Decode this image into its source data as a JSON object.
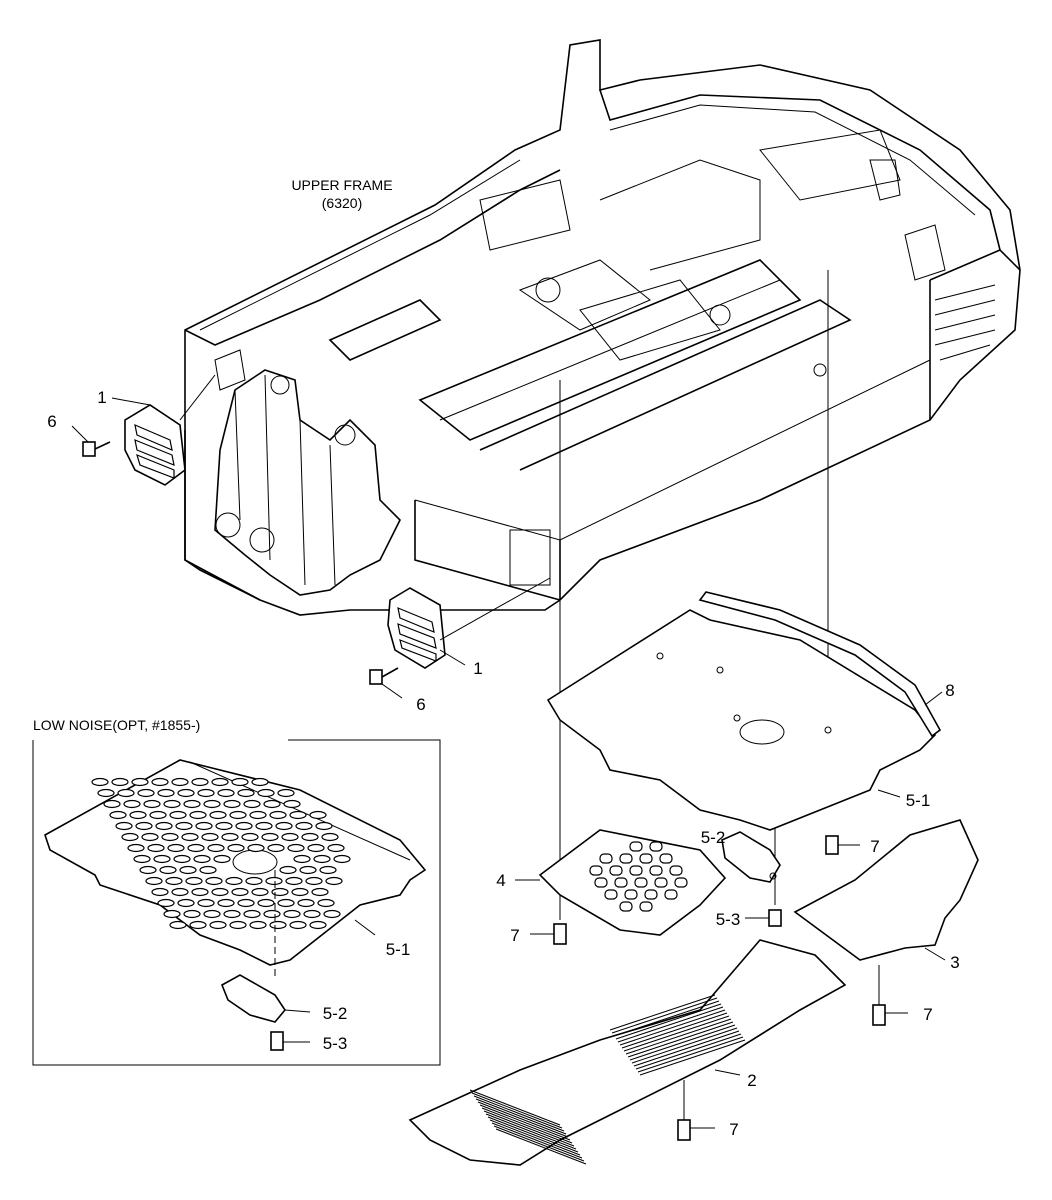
{
  "frame": {
    "title_line1": "UPPER FRAME",
    "title_line2": "(6320)"
  },
  "inset": {
    "title": "LOW NOISE(OPT, #1855-)",
    "labels": [
      "5-1",
      "5-2",
      "5-3"
    ]
  },
  "callouts": {
    "left_upper": [
      "1",
      "6"
    ],
    "left_lower": [
      "1",
      "6"
    ],
    "right": [
      "8",
      "5-1",
      "7",
      "5-2",
      "4",
      "7",
      "5-3",
      "3",
      "7",
      "2",
      "7"
    ]
  }
}
